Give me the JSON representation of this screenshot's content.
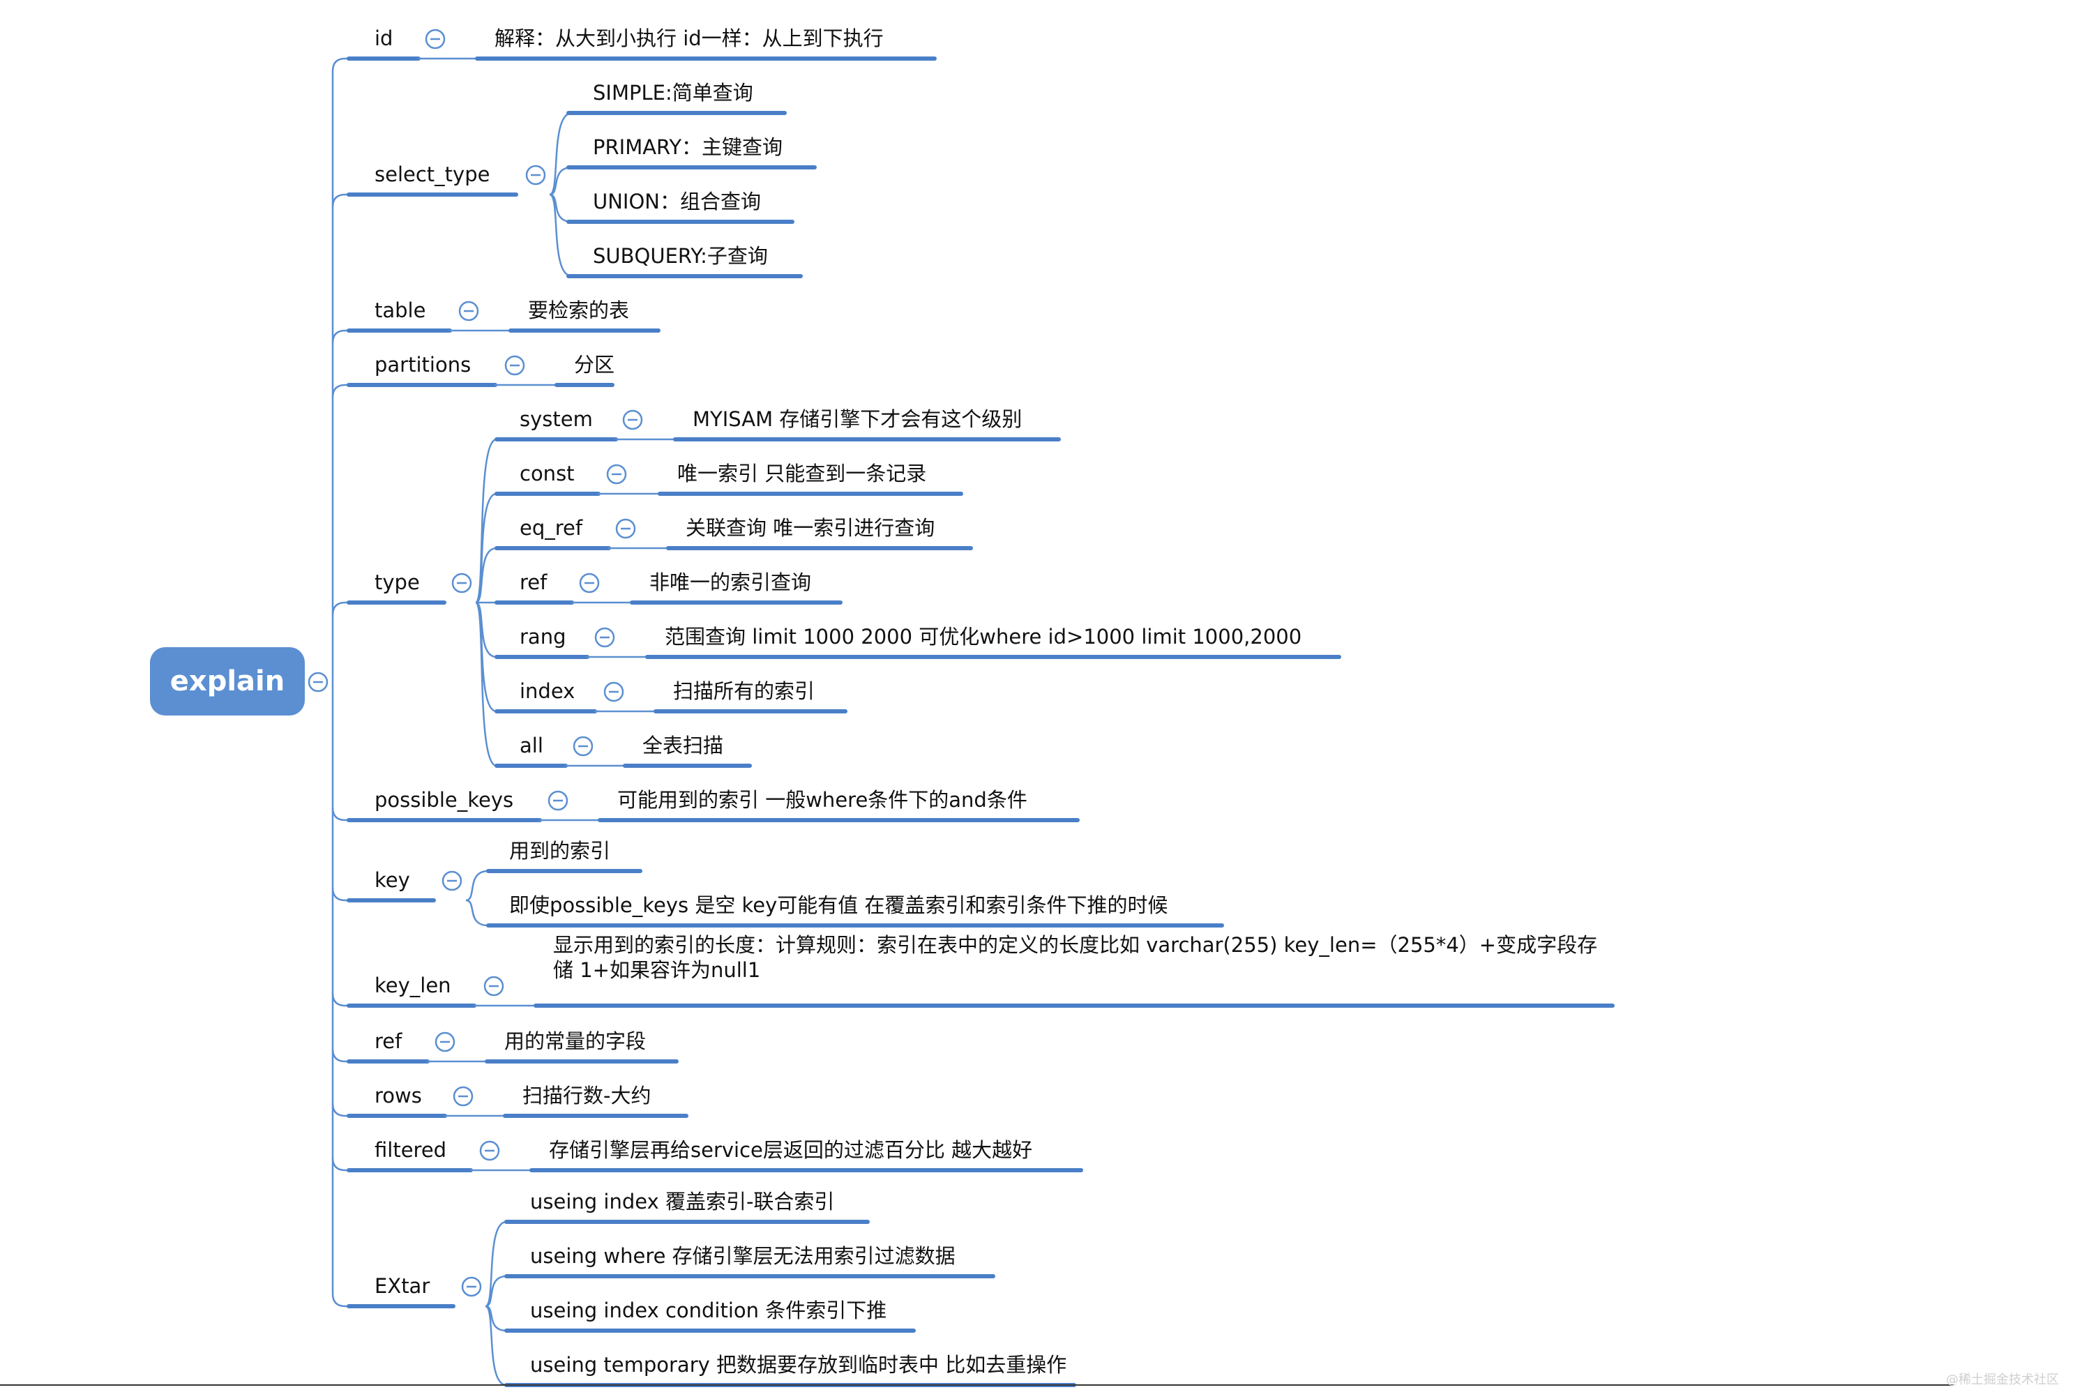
{
  "colors": {
    "branch": "#4a7fc8",
    "connector": "#5b8fd1",
    "root_fill": "#5b8fd1",
    "text": "#111111"
  },
  "icons": {
    "collapse": "minus-circle-icon"
  },
  "root": {
    "label": "explain"
  },
  "nodes": {
    "id": {
      "label": "id",
      "desc": "解释：从大到小执行  id一样：从上到下执行"
    },
    "select_type": {
      "label": "select_type",
      "children": [
        "SIMPLE:简单查询",
        "PRIMARY：主键查询",
        "UNION：组合查询",
        "SUBQUERY:子查询"
      ]
    },
    "table": {
      "label": "table",
      "desc": "要检索的表"
    },
    "partitions": {
      "label": "partitions",
      "desc": "分区"
    },
    "type": {
      "label": "type",
      "children": [
        {
          "label": "system",
          "desc": "MYISAM 存储引擎下才会有这个级别"
        },
        {
          "label": "const",
          "desc": "唯一索引 只能查到一条记录"
        },
        {
          "label": "eq_ref",
          "desc": "关联查询 唯一索引进行查询"
        },
        {
          "label": "ref",
          "desc": "非唯一的索引查询"
        },
        {
          "label": "rang",
          "desc": "范围查询  limit 1000 2000 可优化where id>1000 limit 1000,2000"
        },
        {
          "label": "index",
          "desc": "扫描所有的索引"
        },
        {
          "label": "all",
          "desc": "全表扫描"
        }
      ]
    },
    "possible_keys": {
      "label": "possible_keys",
      "desc": "可能用到的索引 一般where条件下的and条件"
    },
    "key": {
      "label": "key",
      "children": [
        "用到的索引",
        "即使possible_keys 是空 key可能有值 在覆盖索引和索引条件下推的时候"
      ]
    },
    "key_len": {
      "label": "key_len",
      "desc": "显示用到的索引的长度：计算规则：索引在表中的定义的长度比如 varchar(255) key_len=（255*4）+变成字段存储 1+如果容许为null1"
    },
    "ref": {
      "label": "ref",
      "desc": "用的常量的字段"
    },
    "rows": {
      "label": "rows",
      "desc": "扫描行数-大约"
    },
    "filtered": {
      "label": "filtered",
      "desc": "存储引擎层再给service层返回的过滤百分比 越大越好"
    },
    "extar": {
      "label": "EXtar",
      "children": [
        "useing index 覆盖索引-联合索引",
        "useing where 存储引擎层无法用索引过滤数据",
        "useing index condition 条件索引下推",
        "useing temporary 把数据要存放到临时表中 比如去重操作"
      ]
    }
  },
  "watermark": "@稀土掘金技术社区"
}
